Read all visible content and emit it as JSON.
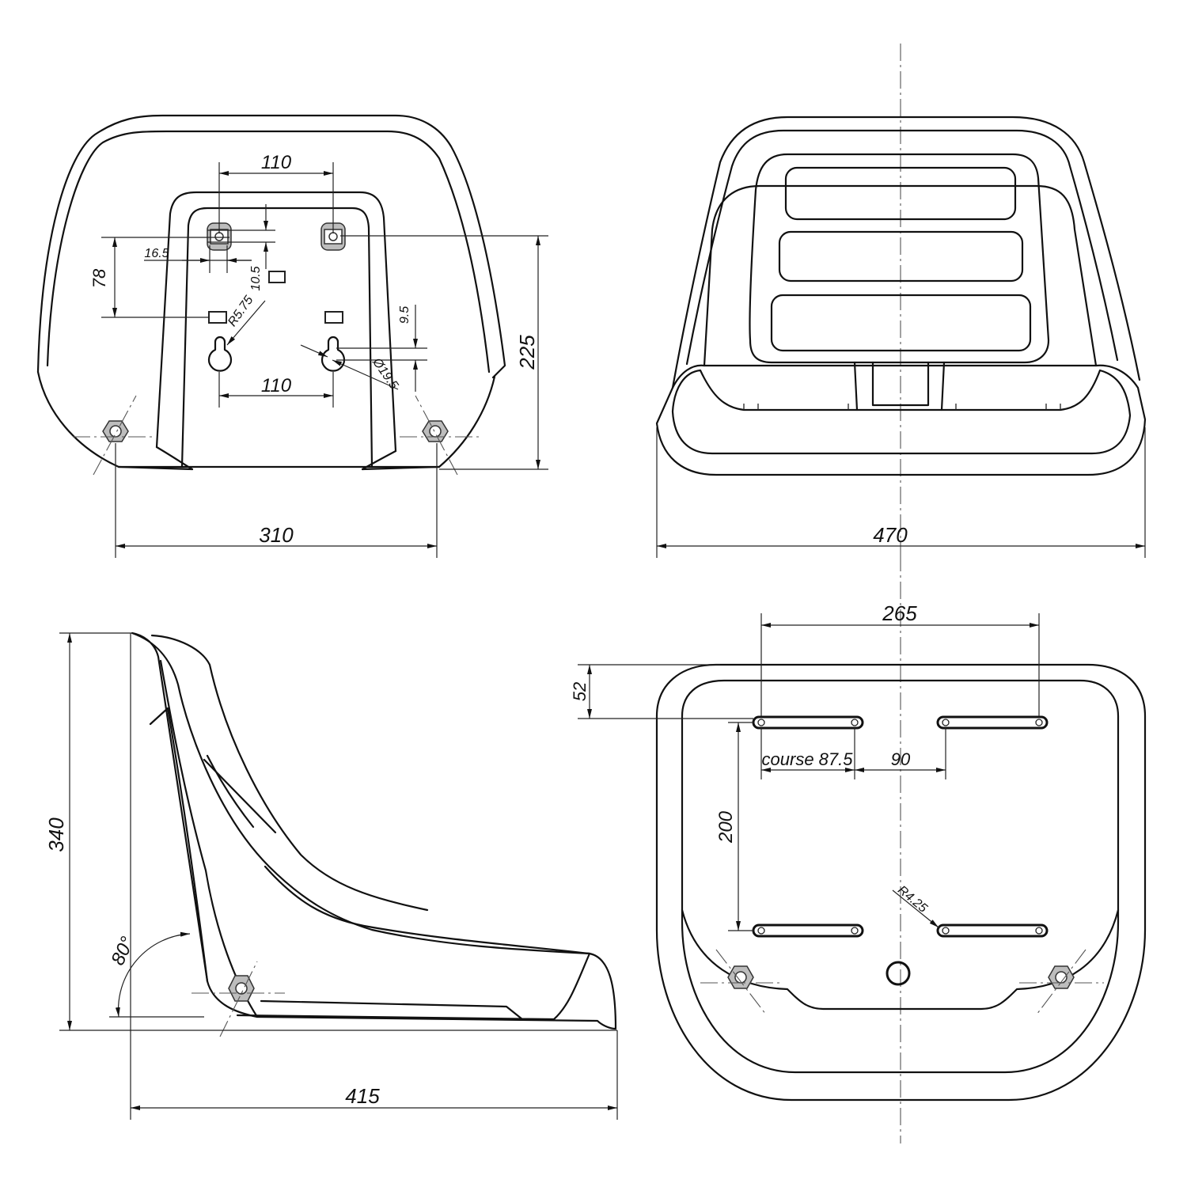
{
  "views": {
    "rear": {
      "dims": {
        "hole_spacing_top": "110",
        "slot_offset": "16.5",
        "height_78": "78",
        "slot_height": "10.5",
        "keyhole_radius": "R5.75",
        "small_gap": "9.5",
        "keyhole_diameter": "Ø19.5",
        "keyhole_spacing": "110",
        "height_225": "225",
        "width_310": "310"
      }
    },
    "front": {
      "dims": {
        "width_470": "470"
      }
    },
    "side": {
      "dims": {
        "height_340": "340",
        "angle": "80°",
        "depth_415": "415"
      }
    },
    "bottom": {
      "dims": {
        "slot_spacing": "265",
        "offset_52": "52",
        "course": "course 87.5",
        "gap_90": "90",
        "depth_200": "200",
        "radius": "R4.25"
      }
    }
  }
}
